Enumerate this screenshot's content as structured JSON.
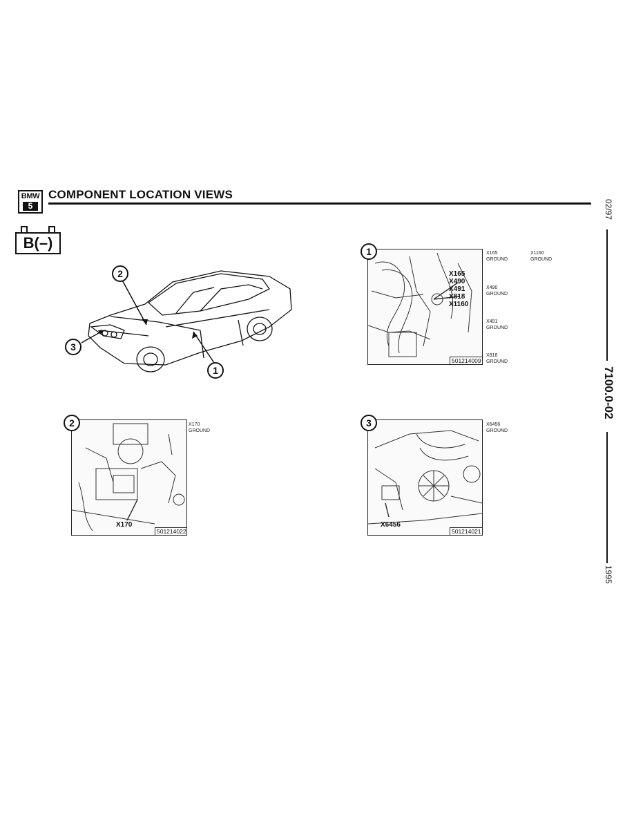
{
  "header": {
    "logo_top": "BMW",
    "logo_bottom": "5",
    "title": "COMPONENT LOCATION VIEWS"
  },
  "symbol": {
    "battery_label": "B(–)"
  },
  "margin": {
    "date": "02/97",
    "code": "7100.0-02",
    "year": "1995"
  },
  "overview": {
    "markers": [
      "2",
      "3",
      "1"
    ]
  },
  "figures": {
    "fig1": {
      "number": "1",
      "callouts": [
        "X165",
        "X490",
        "X491",
        "X818",
        "X1160"
      ],
      "part_number": "501214009",
      "legend": [
        {
          "id": "X165",
          "desc": "GROUND"
        },
        {
          "id": "X1160",
          "desc": "GROUND"
        },
        {
          "id": "X490",
          "desc": "GROUND"
        },
        {
          "id": "X491",
          "desc": "GROUND"
        },
        {
          "id": "X818",
          "desc": "GROUND"
        }
      ]
    },
    "fig2": {
      "number": "2",
      "callouts": [
        "X170"
      ],
      "part_number": "501214022",
      "legend": [
        {
          "id": "X170",
          "desc": "GROUND"
        }
      ]
    },
    "fig3": {
      "number": "3",
      "callouts": [
        "X6456"
      ],
      "part_number": "501214021",
      "legend": [
        {
          "id": "X6456",
          "desc": "GROUND"
        }
      ]
    }
  }
}
